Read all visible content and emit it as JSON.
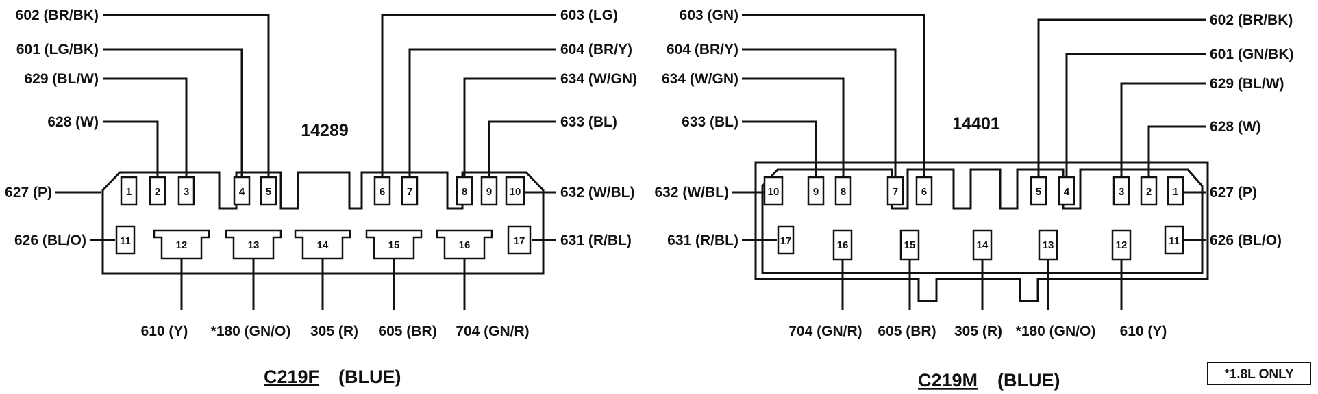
{
  "connectors": [
    {
      "part_number": "14289",
      "caption_id": "C219F",
      "caption_color": "(BLUE)",
      "pins": [
        {
          "num": "1",
          "wire": "627 (P)"
        },
        {
          "num": "2",
          "wire": "628 (W)"
        },
        {
          "num": "3",
          "wire": "629 (BL/W)"
        },
        {
          "num": "4",
          "wire": "601 (LG/BK)"
        },
        {
          "num": "5",
          "wire": "602 (BR/BK)"
        },
        {
          "num": "6",
          "wire": "603 (LG)"
        },
        {
          "num": "7",
          "wire": "604 (BR/Y)"
        },
        {
          "num": "8",
          "wire": "634 (W/GN)"
        },
        {
          "num": "9",
          "wire": "633 (BL)"
        },
        {
          "num": "10",
          "wire": "632 (W/BL)"
        },
        {
          "num": "11",
          "wire": "626 (BL/O)"
        },
        {
          "num": "12",
          "wire": "610 (Y)"
        },
        {
          "num": "13",
          "wire": "*180 (GN/O)"
        },
        {
          "num": "14",
          "wire": "305 (R)"
        },
        {
          "num": "15",
          "wire": "605 (BR)"
        },
        {
          "num": "16",
          "wire": "704 (GN/R)"
        },
        {
          "num": "17",
          "wire": "631 (R/BL)"
        }
      ]
    },
    {
      "part_number": "14401",
      "caption_id": "C219M",
      "caption_color": "(BLUE)",
      "pins": [
        {
          "num": "1",
          "wire": "627 (P)"
        },
        {
          "num": "2",
          "wire": "628 (W)"
        },
        {
          "num": "3",
          "wire": "629 (BL/W)"
        },
        {
          "num": "4",
          "wire": "601 (GN/BK)"
        },
        {
          "num": "5",
          "wire": "602 (BR/BK)"
        },
        {
          "num": "6",
          "wire": "603 (GN)"
        },
        {
          "num": "7",
          "wire": "604 (BR/Y)"
        },
        {
          "num": "8",
          "wire": "634 (W/GN)"
        },
        {
          "num": "9",
          "wire": "633 (BL)"
        },
        {
          "num": "10",
          "wire": "632 (W/BL)"
        },
        {
          "num": "11",
          "wire": "626 (BL/O)"
        },
        {
          "num": "12",
          "wire": "610 (Y)"
        },
        {
          "num": "13",
          "wire": "*180 (GN/O)"
        },
        {
          "num": "14",
          "wire": "305 (R)"
        },
        {
          "num": "15",
          "wire": "605 (BR)"
        },
        {
          "num": "16",
          "wire": "704 (GN/R)"
        },
        {
          "num": "17",
          "wire": "631 (R/BL)"
        }
      ]
    }
  ],
  "footnote": "*1.8L ONLY"
}
